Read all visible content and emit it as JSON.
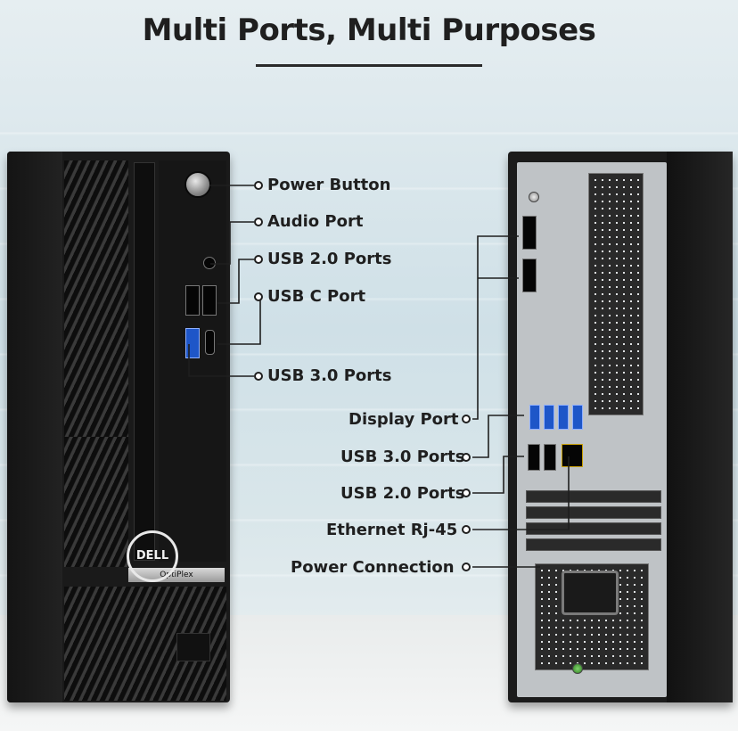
{
  "header": {
    "title": "Multi Ports, Multi Purposes"
  },
  "front": {
    "badge": "OptiPlex",
    "logo": "DELL",
    "callouts": [
      "Power Button",
      "Audio Port",
      "USB 2.0 Ports",
      "USB C Port",
      "USB 3.0 Ports"
    ]
  },
  "back": {
    "callouts": [
      "Display Port",
      "USB 3.0 Ports",
      "USB 2.0 Ports",
      "Ethernet Rj-45",
      "Power Connection"
    ]
  },
  "colors": {
    "text": "#1f1f1f",
    "usb3_blue": "#1e56c8",
    "chassis": "#1a1a1a"
  }
}
